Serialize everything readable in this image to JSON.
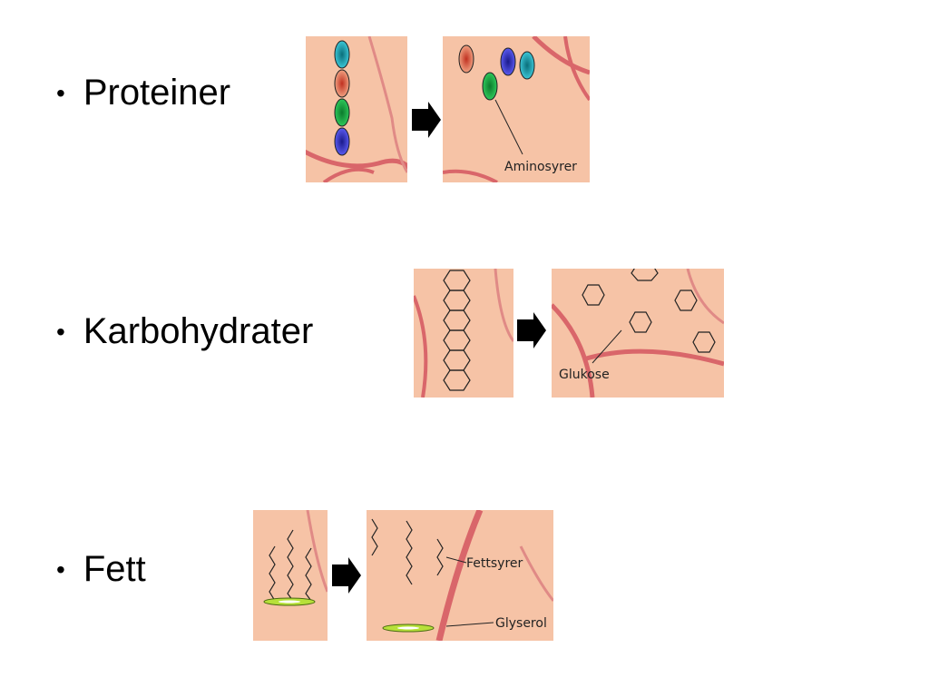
{
  "bullets": [
    {
      "bullet": "•",
      "text": "Proteiner"
    },
    {
      "bullet": "•",
      "text": "Karbohydrater"
    },
    {
      "bullet": "•",
      "text": "Fett"
    }
  ],
  "labels": {
    "aminosyrer": "Aminosyrer",
    "glukose": "Glukose",
    "fettsyrer": "Fettsyrer",
    "glyserol": "Glyserol"
  },
  "colors": {
    "tissue_bg": "#f6c3a6",
    "vessel": "#d9666a",
    "amino_cyan": "#3cc6d6",
    "amino_red": "#d2503c",
    "amino_green": "#22b14c",
    "amino_blue": "#3a3ad6",
    "glycerol": "#b7e03a"
  },
  "icons": {
    "arrow": "right-arrow-icon"
  }
}
